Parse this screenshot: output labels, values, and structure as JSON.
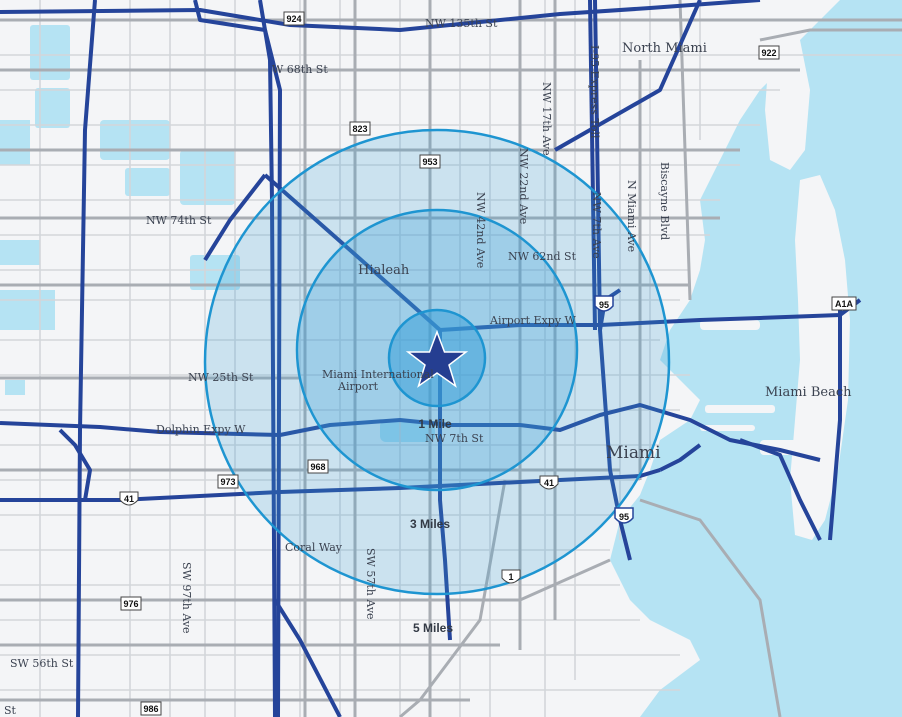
{
  "colors": {
    "land": "#f4f5f7",
    "water": "#b5e3f3",
    "park": "#e4e8ec",
    "minor_road": "#d3d6da",
    "arterial": "#a9adb3",
    "highway": "#25449a",
    "ring_fill": "#3aa0d8",
    "ring_stroke": "#1e95d1",
    "marker": "#253e91"
  },
  "center_marker": {
    "icon": "star-icon"
  },
  "rings": [
    {
      "label": "1 Mile",
      "miles": 1
    },
    {
      "label": "3 Miles",
      "miles": 3
    },
    {
      "label": "5 Miles",
      "miles": 5
    }
  ],
  "places": {
    "north_miami": "North Miami",
    "hialeah": "Hialeah",
    "miami_beach": "Miami Beach",
    "miami": "Miami",
    "airport_line1": "Miami International",
    "airport_line2": "Airport"
  },
  "streets": {
    "nw135": "NW 135th St",
    "w68": "W 68th St",
    "nw74": "NW 74th St",
    "nw62": "NW 62nd St",
    "nw25": "NW 25th St",
    "dolphin": "Dolphin Expy W",
    "airport_expy": "Airport Expy W",
    "nw7": "NW 7th St",
    "coral_way": "Coral Way",
    "sw97": "SW 97th Ave",
    "sw57": "SW 57th Ave",
    "sw56": "SW 56th St",
    "nw42": "NW 42nd Ave",
    "nw22": "NW 22nd Ave",
    "nw17": "NW 17th Ave",
    "nw7ave": "NW 7th Ave",
    "i95_express": "I-95 Express Toll",
    "n_miami_ave": "N Miami Ave",
    "biscayne": "Biscayne Blvd",
    "st_fragment": "St"
  },
  "shields": {
    "s924": "924",
    "s922": "922",
    "s823": "823",
    "s953": "953",
    "s95a": "95",
    "s95b": "95",
    "sA1A": "A1A",
    "s41a": "41",
    "s41b": "41",
    "s968": "968",
    "s973": "973",
    "s976": "976",
    "s1": "1",
    "s986": "986"
  }
}
